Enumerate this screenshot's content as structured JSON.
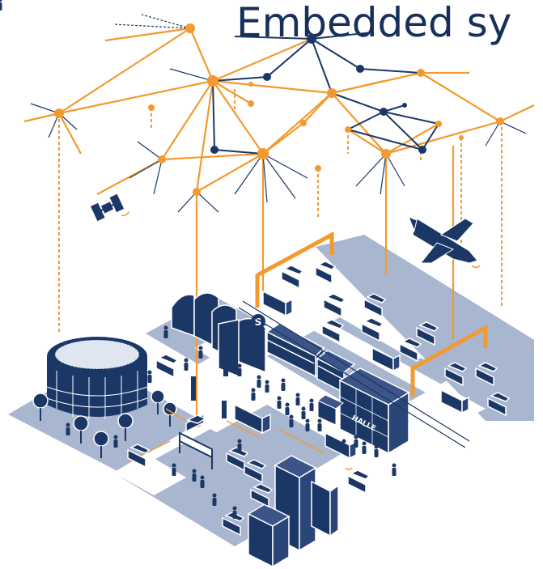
{
  "title": "Embedded sy",
  "colors": {
    "navy": "#1b3766",
    "orange": "#f39a2e",
    "ground": "#a9b6d0",
    "white": "#ffffff"
  },
  "station_sign": "S",
  "building_sign": "HALLE",
  "icons": [
    "network-node-icon",
    "satellite-icon",
    "airplane-icon",
    "stadium-icon",
    "car-icon",
    "truck-icon",
    "train-icon",
    "gate-icon",
    "person-icon",
    "tree-icon",
    "tower-building-icon"
  ]
}
